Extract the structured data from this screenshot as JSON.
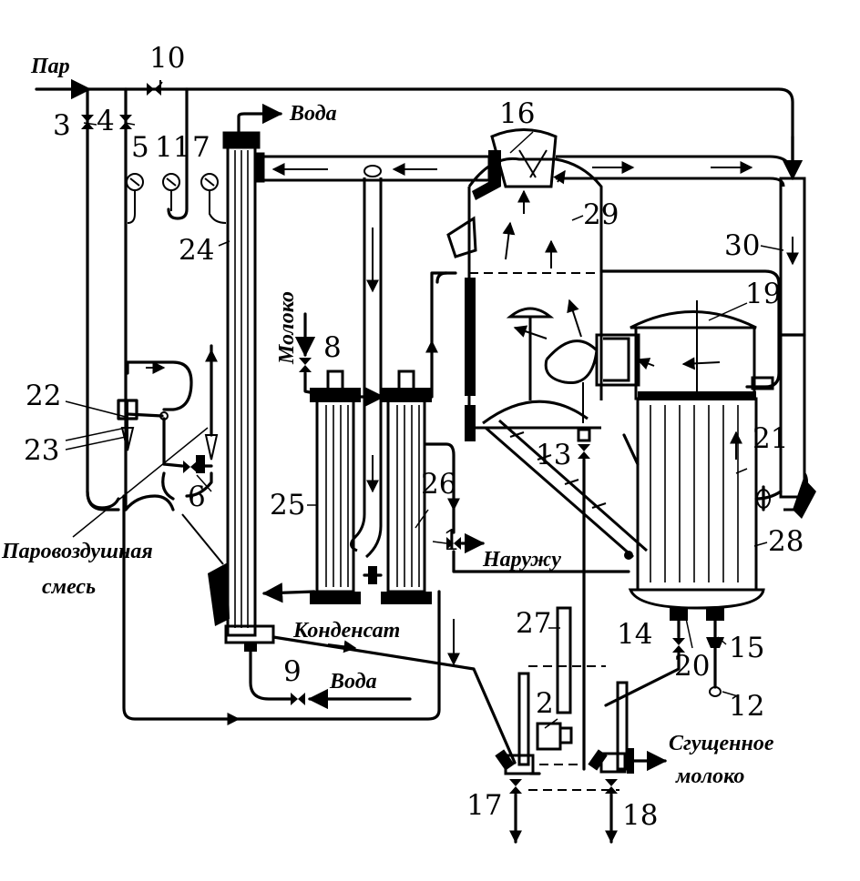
{
  "labels": {
    "steam": "Пар",
    "water_top": "Вода",
    "milk": "Молоко",
    "steam_air_mix_1": "Паровоздушная",
    "steam_air_mix_2": "смесь",
    "condensate": "Конденсат",
    "outside": "Наружу",
    "water_bottom": "Вода",
    "condensed_milk_1": "Сгущенное",
    "condensed_milk_2": "молоко"
  },
  "numbers": {
    "n1": "1",
    "n2": "2",
    "n3": "3",
    "n4": "4",
    "n5": "5",
    "n6": "6",
    "n7": "7",
    "n8": "8",
    "n9": "9",
    "n10": "10",
    "n11": "11",
    "n12": "12",
    "n13": "13",
    "n14": "14",
    "n15": "15",
    "n16": "16",
    "n17": "17",
    "n18": "18",
    "n19": "19",
    "n20": "20",
    "n21": "21",
    "n22": "22",
    "n23": "23",
    "n24": "24",
    "n25": "25",
    "n26": "26",
    "n27": "27",
    "n28": "28",
    "n29": "29",
    "n30": "30"
  }
}
